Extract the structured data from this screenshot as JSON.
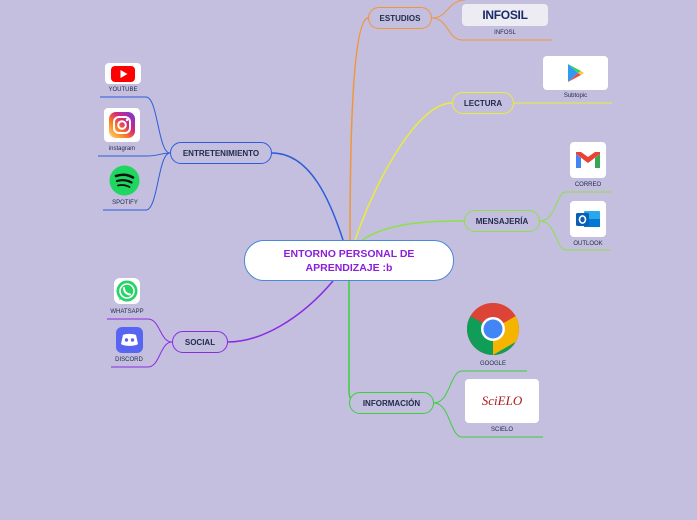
{
  "root": {
    "line1": "ENTORNO PERSONAL DE",
    "line2": "APRENDIZAJE :b"
  },
  "branches": {
    "estudios": {
      "label": "ESTUDIOS",
      "color": "#f0963a",
      "child": {
        "label": "INFOSL",
        "logo_text": "INFOSIL"
      }
    },
    "lectura": {
      "label": "LECTURA",
      "color": "#ecec3a",
      "child": {
        "label": "Subtopic",
        "icon": "play-store-icon"
      }
    },
    "mensajeria": {
      "label": "MENSAJERÍA",
      "color": "#8ee04a",
      "children": [
        {
          "label": "CORREO",
          "icon": "gmail-icon"
        },
        {
          "label": "OUTLOOK",
          "icon": "outlook-icon"
        }
      ]
    },
    "informacion": {
      "label": "INFORMACIÓN",
      "color": "#3ccf3c",
      "children": [
        {
          "label": "GOOGLE",
          "icon": "chrome-icon"
        },
        {
          "label": "SCIELO",
          "icon": "scielo-logo",
          "logo_text": "SciELO"
        }
      ]
    },
    "entretenimiento": {
      "label": "ENTRETENIMIENTO",
      "color": "#2c5cd8",
      "children": [
        {
          "label": "YOUTUBE",
          "icon": "youtube-icon"
        },
        {
          "label": "instagram",
          "icon": "instagram-icon"
        },
        {
          "label": "SPOTIFY",
          "icon": "spotify-icon"
        }
      ]
    },
    "social": {
      "label": "SOCIAL",
      "color": "#8a2be2",
      "children": [
        {
          "label": "WHATSAPP",
          "icon": "whatsapp-icon"
        },
        {
          "label": "DISCORD",
          "icon": "discord-icon"
        }
      ]
    }
  }
}
